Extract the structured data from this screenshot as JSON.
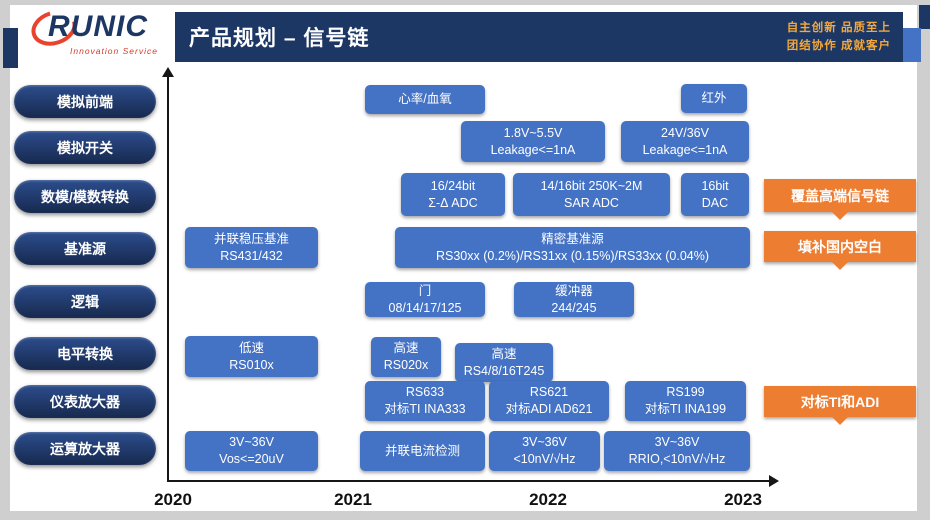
{
  "header": {
    "title": "产品规划 – 信号链",
    "slogan_line1": "自主创新  品质至上",
    "slogan_line2": "团结协作  成就客户",
    "logo": {
      "brand": "RUNIC",
      "tagline": "Innovation Service"
    }
  },
  "sidebar": {
    "items": [
      {
        "label": "模拟前端"
      },
      {
        "label": "模拟开关"
      },
      {
        "label": "数模/模数转换"
      },
      {
        "label": "基准源"
      },
      {
        "label": "逻辑"
      },
      {
        "label": "电平转换"
      },
      {
        "label": "仪表放大器"
      },
      {
        "label": "运算放大器"
      }
    ]
  },
  "timeline": {
    "years": [
      "2020",
      "2021",
      "2022",
      "2023"
    ]
  },
  "boxes": [
    {
      "text": "心率/血氧"
    },
    {
      "text": "红外"
    },
    {
      "text": "1.8V~5.5V\nLeakage<=1nA"
    },
    {
      "text": "24V/36V\nLeakage<=1nA"
    },
    {
      "text": "16/24bit\nΣ-Δ ADC"
    },
    {
      "text": "14/16bit 250K~2M\nSAR ADC"
    },
    {
      "text": "16bit\nDAC"
    },
    {
      "text": "并联稳压基准\nRS431/432"
    },
    {
      "text": "精密基准源\nRS30xx (0.2%)/RS31xx (0.15%)/RS33xx (0.04%)"
    },
    {
      "text": "门\n08/14/17/125"
    },
    {
      "text": "缓冲器\n244/245"
    },
    {
      "text": "低速\nRS010x"
    },
    {
      "text": "高速\nRS020x"
    },
    {
      "text": "高速\nRS4/8/16T245"
    },
    {
      "text": "RS633\n对标TI INA333"
    },
    {
      "text": "RS621\n对标ADI AD621"
    },
    {
      "text": "RS199\n对标TI INA199"
    },
    {
      "text": "3V~36V\nVos<=20uV"
    },
    {
      "text": "并联电流检测"
    },
    {
      "text": "3V~36V\n<10nV/√Hz"
    },
    {
      "text": "3V~36V\nRRIO,<10nV/√Hz"
    }
  ],
  "callouts": [
    {
      "text": "覆盖高端信号链"
    },
    {
      "text": "填补国内空白"
    },
    {
      "text": "对标TI和ADI"
    }
  ],
  "colors": {
    "navy": "#1d3765",
    "box_blue": "#4472c4",
    "orange": "#ed7d31",
    "slogan": "#f4a93c"
  }
}
